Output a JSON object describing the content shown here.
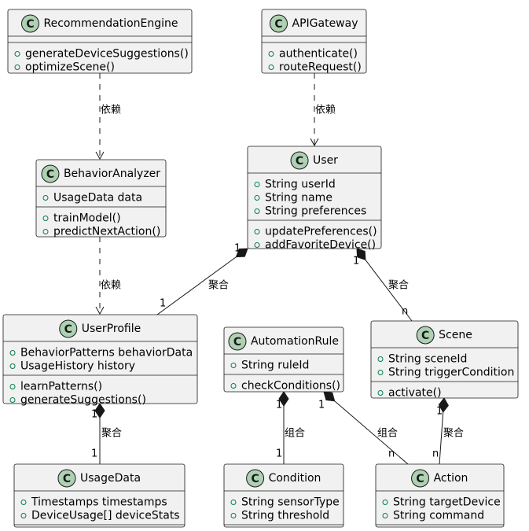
{
  "classes": {
    "recommendation_engine": {
      "name": "RecommendationEngine",
      "stereotype": "C",
      "attributes": [],
      "methods": [
        "generateDeviceSuggestions()",
        "optimizeScene()"
      ]
    },
    "api_gateway": {
      "name": "APIGateway",
      "stereotype": "C",
      "attributes": [],
      "methods": [
        "authenticate()",
        "routeRequest()"
      ]
    },
    "behavior_analyzer": {
      "name": "BehaviorAnalyzer",
      "stereotype": "C",
      "attributes": [
        "UsageData data"
      ],
      "methods": [
        "trainModel()",
        "predictNextAction()"
      ]
    },
    "user": {
      "name": "User",
      "stereotype": "C",
      "attributes": [
        "String userId",
        "String name",
        "String preferences"
      ],
      "methods": [
        "updatePreferences()",
        "addFavoriteDevice()"
      ]
    },
    "user_profile": {
      "name": "UserProfile",
      "stereotype": "C",
      "attributes": [
        "BehaviorPatterns behaviorData",
        "UsageHistory history"
      ],
      "methods": [
        "learnPatterns()",
        "generateSuggestions()"
      ]
    },
    "automation_rule": {
      "name": "AutomationRule",
      "stereotype": "C",
      "attributes": [
        "String ruleId"
      ],
      "methods": [
        "checkConditions()"
      ]
    },
    "scene": {
      "name": "Scene",
      "stereotype": "C",
      "attributes": [
        "String sceneId",
        "String triggerCondition"
      ],
      "methods": [
        "activate()"
      ]
    },
    "usage_data": {
      "name": "UsageData",
      "stereotype": "C",
      "attributes": [
        "Timestamps timestamps",
        "DeviceUsage[] deviceStats"
      ],
      "methods": []
    },
    "condition": {
      "name": "Condition",
      "stereotype": "C",
      "attributes": [
        "String sensorType",
        "String threshold"
      ],
      "methods": []
    },
    "action": {
      "name": "Action",
      "stereotype": "C",
      "attributes": [
        "String targetDevice",
        "String command"
      ],
      "methods": []
    }
  },
  "relations": {
    "r1": {
      "label": "依赖",
      "from_mult": "",
      "to_mult": ""
    },
    "r2": {
      "label": "依赖",
      "from_mult": "",
      "to_mult": ""
    },
    "r3": {
      "label": "依赖",
      "from_mult": "",
      "to_mult": ""
    },
    "r4": {
      "label": "聚合",
      "from_mult": "1",
      "to_mult": "1"
    },
    "r5": {
      "label": "聚合",
      "from_mult": "1",
      "to_mult": "n"
    },
    "r6": {
      "label": "聚合",
      "from_mult": "1",
      "to_mult": "1"
    },
    "r7": {
      "label": "组合",
      "from_mult": "1",
      "to_mult": "1"
    },
    "r8": {
      "label": "组合",
      "from_mult": "1",
      "to_mult": "n"
    },
    "r9": {
      "label": "聚合",
      "from_mult": "1",
      "to_mult": "n"
    }
  },
  "colors": {
    "class_fill": "#f1f1f1",
    "class_border": "#181818",
    "class_icon": "#add1b2",
    "visibility_public": "#038048"
  }
}
